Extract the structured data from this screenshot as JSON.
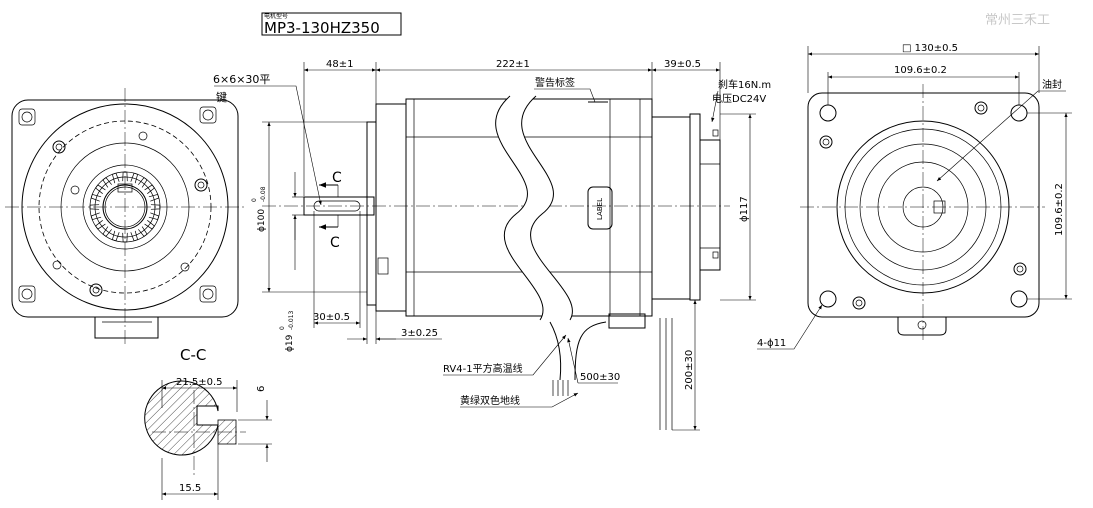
{
  "model_box": {
    "caption": "电机型号",
    "value": "MP3-130HZ350"
  },
  "watermark": "常州三禾工",
  "side_view": {
    "key_label": "6×6×30平",
    "key_label2": "键",
    "dim_shaft_len": "48±1",
    "dim_body_len": "222±1",
    "dim_brake_len": "39±0.5",
    "warning_label": "警告标签",
    "brake_line1": "刹车16N.m",
    "brake_line2": "电压DC24V",
    "label_text": "LABEL",
    "section_mark_top": "C",
    "section_mark_bottom": "C",
    "dia_pilot": "ϕ100",
    "dia_pilot_tol_upper": "0",
    "dia_pilot_tol_lower": "-0.08",
    "dia_shaft": "ϕ19",
    "dia_shaft_tol_upper": "0",
    "dia_shaft_tol_lower": "-0.013",
    "dim_key_len": "30±0.5",
    "dim_flange_step": "3±0.25",
    "dia_brake": "ϕ117",
    "cable_power": "RV4-1平方高温线",
    "cable_length": "500±30",
    "cable_ground": "黄绿双色地线",
    "lead_length": "200±30"
  },
  "section": {
    "title": "C-C",
    "dim_height": "21.5±0.5",
    "dim_key_width": "6",
    "dim_base": "15.5"
  },
  "end_view": {
    "dim_square": "□ 130±0.5",
    "dim_hole_pitch_h": "109.6±0.2",
    "dim_hole_pitch_v": "109.6±0.2",
    "oil_seal": "油封",
    "holes": "4-ϕ11"
  }
}
